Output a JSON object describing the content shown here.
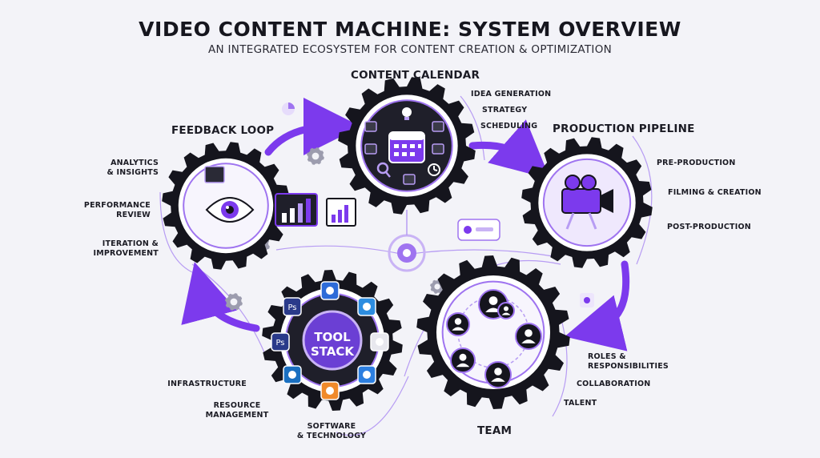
{
  "title": "VIDEO CONTENT MACHINE: SYSTEM OVERVIEW",
  "subtitle": "AN INTEGRATED ECOSYSTEM FOR CONTENT CREATION & OPTIMIZATION",
  "colors": {
    "accent": "#7c3aed",
    "accent_light": "#b79cf3",
    "gear": "#15151d",
    "bg": "#f3f3f8"
  },
  "content_calendar": {
    "heading": "CONTENT CALENDAR",
    "items": [
      "IDEA GENERATION",
      "STRATEGY",
      "SCHEDULING"
    ],
    "icons": [
      "calendar-icon",
      "lightbulb-icon",
      "gear-icon",
      "search-icon",
      "clock-icon"
    ]
  },
  "production_pipeline": {
    "heading": "PRODUCTION PIPELINE",
    "items": [
      "PRE-PRODUCTION",
      "FILMING & CREATION",
      "POST-PRODUCTION"
    ],
    "icons": [
      "video-camera-icon",
      "gear-icon"
    ]
  },
  "feedback_loop": {
    "heading": "FEEDBACK LOOP",
    "items": [
      "ANALYTICS\n& INSIGHTS",
      "PERFORMANCE\nREVIEW",
      "ITERATION &\nIMPROVEMENT"
    ],
    "icons": [
      "eye-icon",
      "bar-chart-icon",
      "gear-icon"
    ]
  },
  "tool_stack": {
    "center_line1": "TOOL",
    "center_line2": "STACK",
    "app_labels": [
      "Ps",
      "Ps"
    ],
    "items": [
      "INFRASTRUCTURE",
      "RESOURCE\nMANAGEMENT",
      "SOFTWARE\n& TECHNOLOGY"
    ]
  },
  "team": {
    "heading": "TEAM",
    "items": [
      "ROLES &\nRESPONSIBILITIES",
      "COLLABORATION",
      "TALENT"
    ],
    "icons": [
      "person-icon"
    ]
  }
}
